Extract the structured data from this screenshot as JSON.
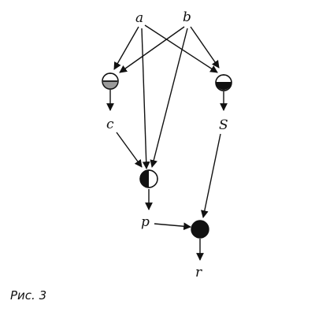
{
  "labels": {
    "a": "a",
    "b": "b",
    "c": "c",
    "s": "S",
    "p": "p",
    "r": "r"
  },
  "caption": "Рис. 3",
  "node_types": {
    "left_node": "half-black-bottom-with-bar",
    "right_node": "half-black-bottom",
    "middle_node": "half-black-left",
    "bottom_node": "full-black"
  }
}
